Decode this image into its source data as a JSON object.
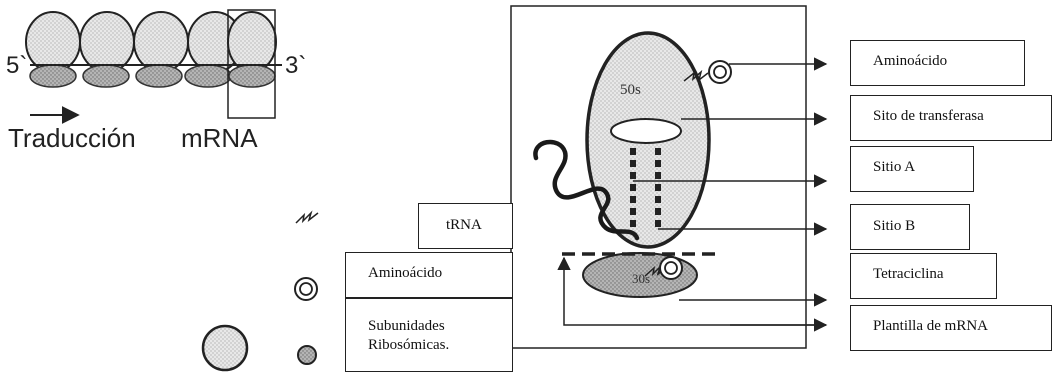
{
  "polysome": {
    "end_5": "5`",
    "end_3": "3`",
    "arrow_label": "Traducción",
    "mrna_label": "mRNA"
  },
  "ribosome": {
    "large_label": "50s",
    "small_label": "30s"
  },
  "legend": {
    "trna": "tRNA",
    "aminoacid": "Aminoácido",
    "subunits_line1": "Subunidades",
    "subunits_line2": "Ribosómicas."
  },
  "targets": [
    {
      "label": "Aminoácido"
    },
    {
      "label": "Sito de transferasa"
    },
    {
      "label": "Sitio A"
    },
    {
      "label": "Sitio B"
    },
    {
      "label": "Tetraciclina"
    },
    {
      "label": "Plantilla de mRNA"
    }
  ],
  "colors": {
    "large_subunit": "#e6e6e6",
    "small_subunit": "#b9b9b9",
    "outline": "#222222"
  }
}
